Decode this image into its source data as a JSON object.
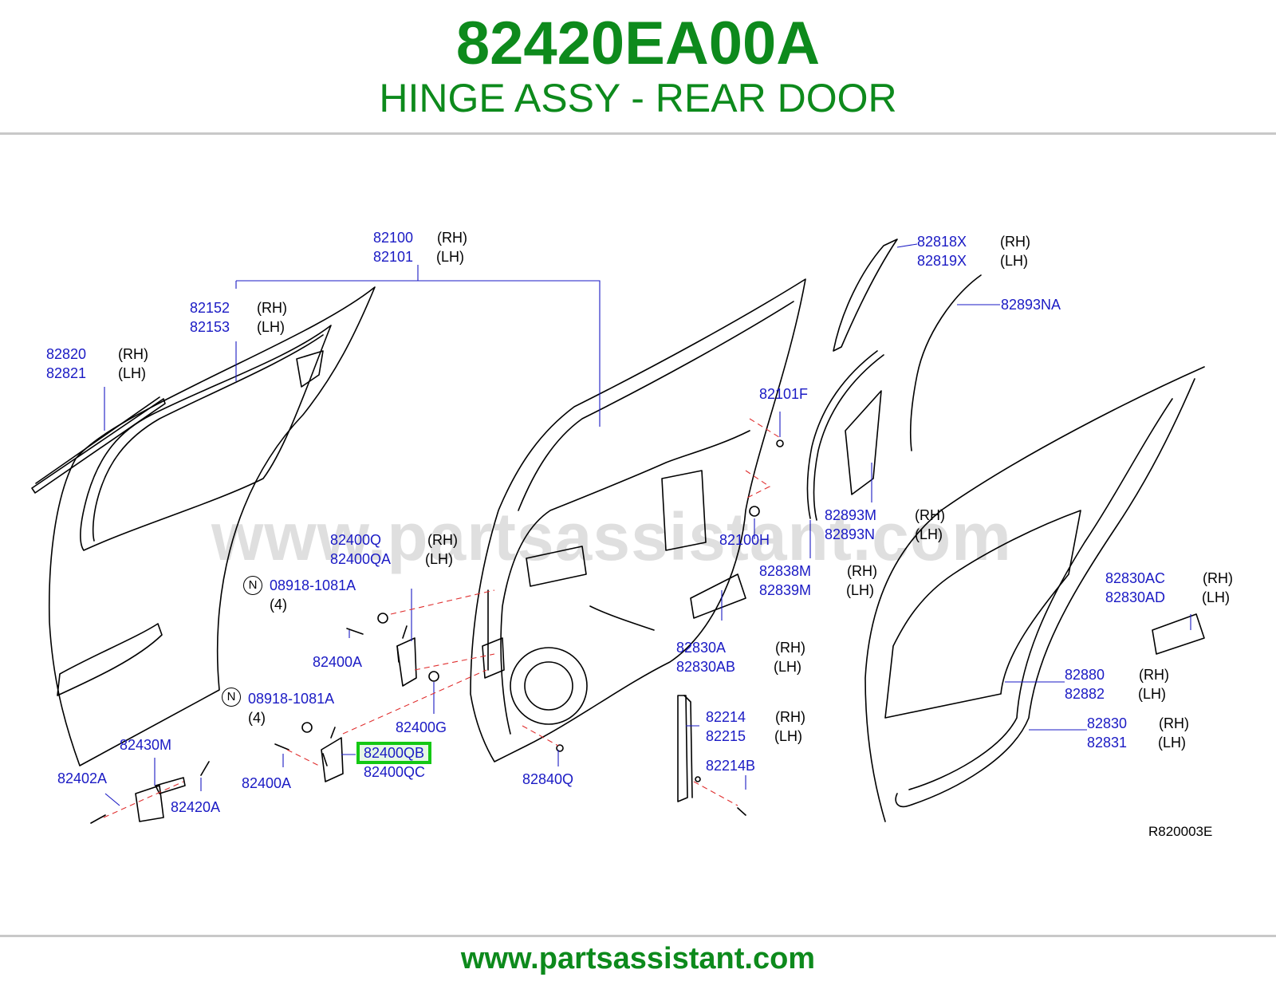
{
  "header": {
    "part_number": "82420EA00A",
    "part_name": "HINGE ASSY - REAR DOOR"
  },
  "diagram": {
    "watermark": "www.partsassistant.com",
    "reference_code": "R820003E",
    "note_symbol": "N",
    "highlighted_part": "82400QB",
    "labels": {
      "p82100": "82100",
      "p82100_side": "(RH)",
      "p82101": "82101",
      "p82101_side": "(LH)",
      "p82152": "82152",
      "p82152_side": "(RH)",
      "p82153": "82153",
      "p82153_side": "(LH)",
      "p82820": "82820",
      "p82820_side": "(RH)",
      "p82821": "82821",
      "p82821_side": "(LH)",
      "p82818X": "82818X",
      "p82818X_side": "(RH)",
      "p82819X": "82819X",
      "p82819X_side": "(LH)",
      "p82893NA": "82893NA",
      "p82101F": "82101F",
      "p82893M": "82893M",
      "p82893M_side": "(RH)",
      "p82893N": "82893N",
      "p82893N_side": "(LH)",
      "p82100H": "82100H",
      "p82838M": "82838M",
      "p82838M_side": "(RH)",
      "p82839M": "82839M",
      "p82839M_side": "(LH)",
      "p82830AC": "82830AC",
      "p82830AC_side": "(RH)",
      "p82830AD": "82830AD",
      "p82830AD_side": "(LH)",
      "p82400Q": "82400Q",
      "p82400Q_side": "(RH)",
      "p82400QA": "82400QA",
      "p82400QA_side": "(LH)",
      "p08918a": "08918-1081A",
      "p08918a_qty": "(4)",
      "p82400A_1": "82400A",
      "p82400G": "82400G",
      "p08918b": "08918-1081A",
      "p08918b_qty": "(4)",
      "p82430M": "82430M",
      "p82400QB": "82400QB",
      "p82400QC": "82400QC",
      "p82402A": "82402A",
      "p82420A": "82420A",
      "p82400A_2": "82400A",
      "p82840Q": "82840Q",
      "p82830A": "82830A",
      "p82830A_side": "(RH)",
      "p82830AB": "82830AB",
      "p82830AB_side": "(LH)",
      "p82214": "82214",
      "p82214_side": "(RH)",
      "p82215": "82215",
      "p82215_side": "(LH)",
      "p82214B": "82214B",
      "p82880": "82880",
      "p82880_side": "(RH)",
      "p82882": "82882",
      "p82882_side": "(LH)",
      "p82830": "82830",
      "p82830_side": "(RH)",
      "p82831": "82831",
      "p82831_side": "(LH)"
    }
  },
  "footer": {
    "website": "www.partsassistant.com"
  },
  "colors": {
    "title_green": "#0d8a1c",
    "part_number_blue": "#1a1ac4",
    "highlight_green": "#14c814",
    "divider_grey": "#c8c8c8"
  }
}
